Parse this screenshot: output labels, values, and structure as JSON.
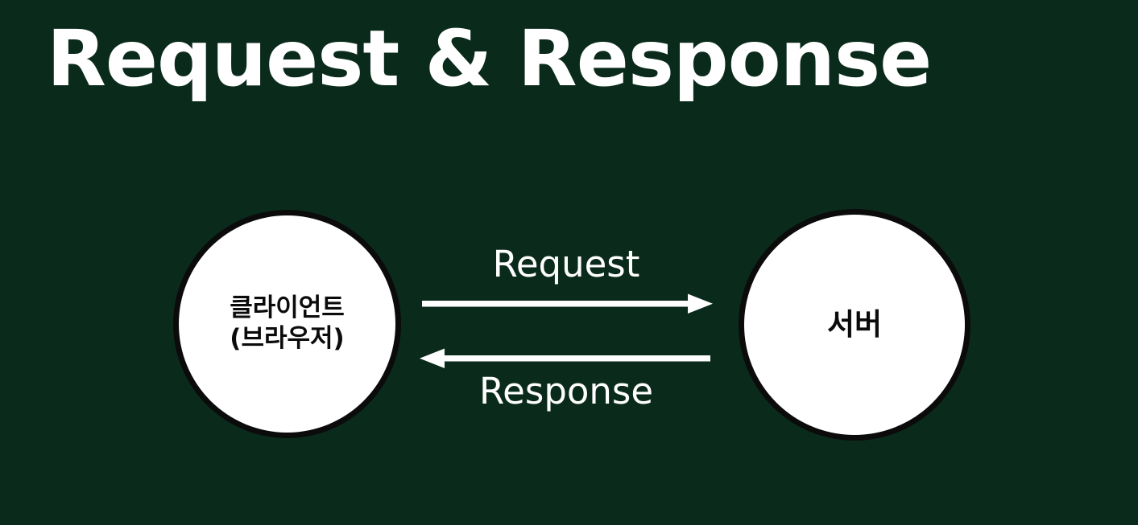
{
  "slide": {
    "title": "Request & Response",
    "background_color": "#0a2b1c",
    "title_color": "#ffffff"
  },
  "diagram": {
    "type": "request-response-flow",
    "node_fill_color": "#ffffff",
    "node_stroke_color": "#0b0b0b",
    "arrow_color": "#ffffff",
    "nodes": [
      {
        "id": "client",
        "line1": "클라이언트",
        "line2": "(브라우저)",
        "position": "left"
      },
      {
        "id": "server",
        "line1": "서버",
        "line2": "",
        "position": "right"
      }
    ],
    "arrows": [
      {
        "id": "request",
        "label": "Request",
        "direction": "left-to-right",
        "from": "client",
        "to": "server",
        "label_position": "above"
      },
      {
        "id": "response",
        "label": "Response",
        "direction": "right-to-left",
        "from": "server",
        "to": "client",
        "label_position": "below"
      }
    ]
  }
}
